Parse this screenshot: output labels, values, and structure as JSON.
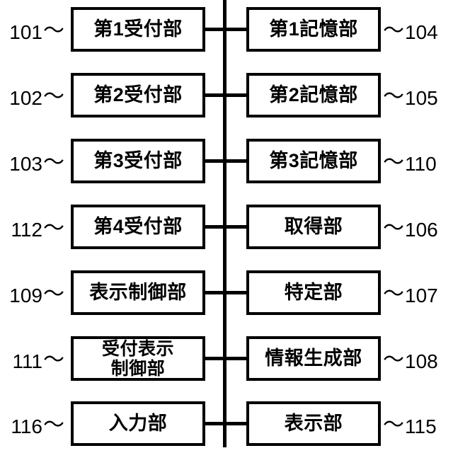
{
  "figure": {
    "type": "patent-block-diagram",
    "orientation": "two-column-bus",
    "bus": {
      "label": "",
      "icon": "vertical-bus-line"
    }
  },
  "rows": [
    {
      "left": {
        "ref": "101",
        "label": "第1受付部"
      },
      "right": {
        "ref": "104",
        "label": "第1記憶部"
      }
    },
    {
      "left": {
        "ref": "102",
        "label": "第2受付部"
      },
      "right": {
        "ref": "105",
        "label": "第2記憶部"
      }
    },
    {
      "left": {
        "ref": "103",
        "label": "第3受付部"
      },
      "right": {
        "ref": "110",
        "label": "第3記憶部"
      }
    },
    {
      "left": {
        "ref": "112",
        "label": "第4受付部"
      },
      "right": {
        "ref": "106",
        "label": "取得部"
      }
    },
    {
      "left": {
        "ref": "109",
        "label": "表示制御部"
      },
      "right": {
        "ref": "107",
        "label": "特定部"
      }
    },
    {
      "left": {
        "ref": "111",
        "label": "受付表示\n制御部"
      },
      "right": {
        "ref": "108",
        "label": "情報生成部"
      }
    },
    {
      "left": {
        "ref": "116",
        "label": "入力部"
      },
      "right": {
        "ref": "115",
        "label": "表示部"
      }
    }
  ],
  "leader": {
    "glyph": "〜"
  },
  "colors": {
    "stroke": "#000000",
    "fill": "#ffffff",
    "text": "#000000"
  }
}
